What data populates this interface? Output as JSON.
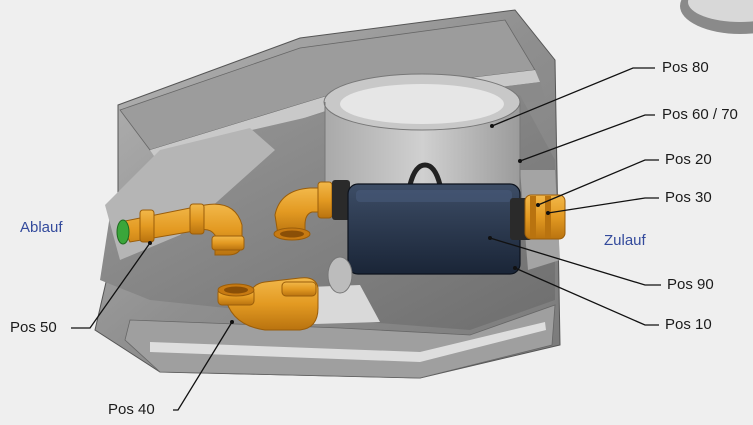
{
  "labels": {
    "pos80": "Pos 80",
    "pos60_70": "Pos 60 / 70",
    "pos20": "Pos 20",
    "pos30": "Pos 30",
    "pos90": "Pos 90",
    "pos10": "Pos 10",
    "pos50": "Pos 50",
    "pos40": "Pos 40",
    "ablauf": "Ablauf",
    "zulauf": "Zulauf"
  },
  "colors": {
    "background": "#efefef",
    "housing": "#8b8b8b",
    "pipe": "#e39a22",
    "pump_box": "#26344a",
    "accent_green": "#3aa63a",
    "side_label": "#334a9c"
  }
}
